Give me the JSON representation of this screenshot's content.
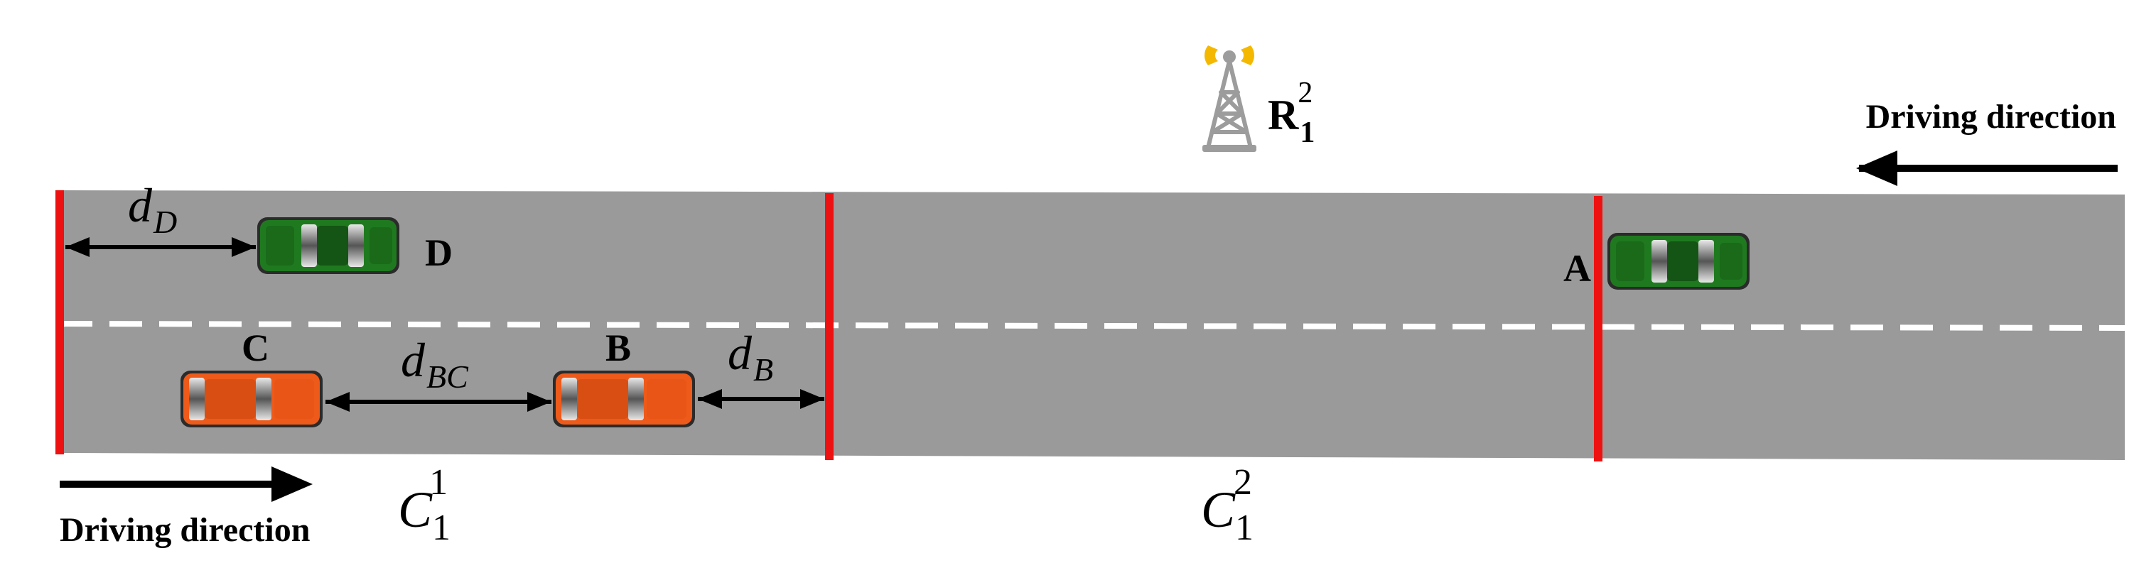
{
  "labels": {
    "driving_direction_top": "Driving direction",
    "driving_direction_bottom": "Driving direction",
    "rsu": {
      "base": "R",
      "sub": "1",
      "sup": "2"
    },
    "segment_1": {
      "base": "C",
      "sub": "1",
      "sup": "1"
    },
    "segment_2": {
      "base": "C",
      "sub": "1",
      "sup": "2"
    },
    "distance_d": {
      "base": "d",
      "sub": "D"
    },
    "distance_bc": {
      "base": "d",
      "sub": "BC"
    },
    "distance_b": {
      "base": "d",
      "sub": "B"
    },
    "vehicle_a": "A",
    "vehicle_b": "B",
    "vehicle_c": "C",
    "vehicle_d": "D"
  },
  "colors": {
    "road": "#9a9a9a",
    "lane_marking": "#ffffff",
    "boundary": "#ee1111",
    "green_car": "#1f7a1f",
    "orange_car": "#ee5a1a",
    "tower": "#9c9c9c",
    "signal": "#f5b800"
  },
  "icons": [
    "rsu-tower-icon",
    "car-icon"
  ]
}
